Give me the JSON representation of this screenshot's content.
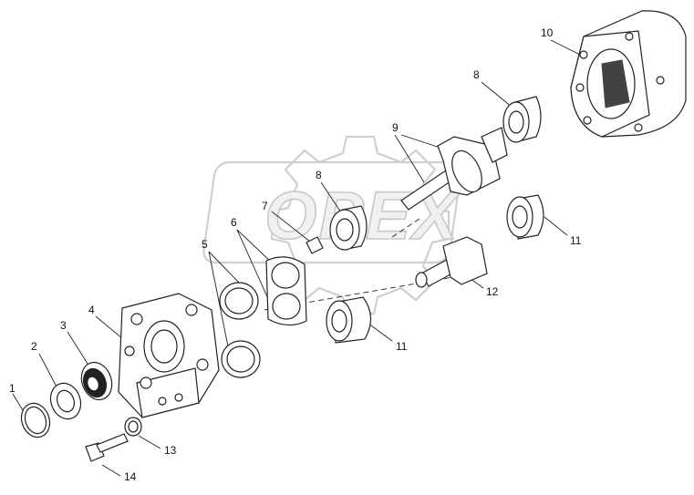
{
  "watermark": {
    "text": "OPEX"
  },
  "callouts": [
    {
      "id": "1",
      "text": "1"
    },
    {
      "id": "2",
      "text": "2"
    },
    {
      "id": "3",
      "text": "3"
    },
    {
      "id": "4",
      "text": "4"
    },
    {
      "id": "5",
      "text": "5"
    },
    {
      "id": "6",
      "text": "6"
    },
    {
      "id": "7",
      "text": "7"
    },
    {
      "id": "8a",
      "text": "8"
    },
    {
      "id": "8b",
      "text": "8"
    },
    {
      "id": "9",
      "text": "9"
    },
    {
      "id": "10",
      "text": "10"
    },
    {
      "id": "11a",
      "text": "11"
    },
    {
      "id": "11b",
      "text": "11"
    },
    {
      "id": "12",
      "text": "12"
    },
    {
      "id": "13",
      "text": "13"
    },
    {
      "id": "14",
      "text": "14"
    }
  ]
}
